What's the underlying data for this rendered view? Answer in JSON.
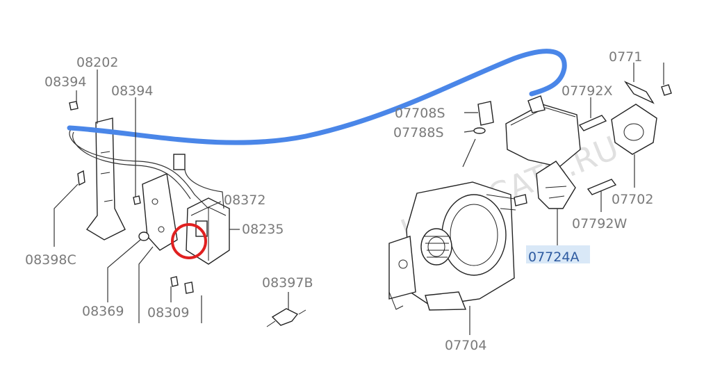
{
  "diagram": {
    "watermark": "JAPANCATS.RU",
    "selected_part": "07724A",
    "labels": {
      "p08202": "08202",
      "p08394a": "08394",
      "p08394b": "08394",
      "p08372": "08372",
      "p08235": "08235",
      "p08398c": "08398C",
      "p08369": "08369",
      "p08309": "08309",
      "p08397b": "08397B",
      "p07708s": "07708S",
      "p07788s": "07788S",
      "p07704": "07704",
      "p07724a": "07724A",
      "p07792x": "07792X",
      "p07792w": "07792W",
      "p07702": "07702",
      "p0771x": "0771"
    },
    "colors": {
      "hose_highlight": "#4a86e8",
      "circle_highlight": "#e02020",
      "selected_bg": "#d9e8f7"
    }
  }
}
